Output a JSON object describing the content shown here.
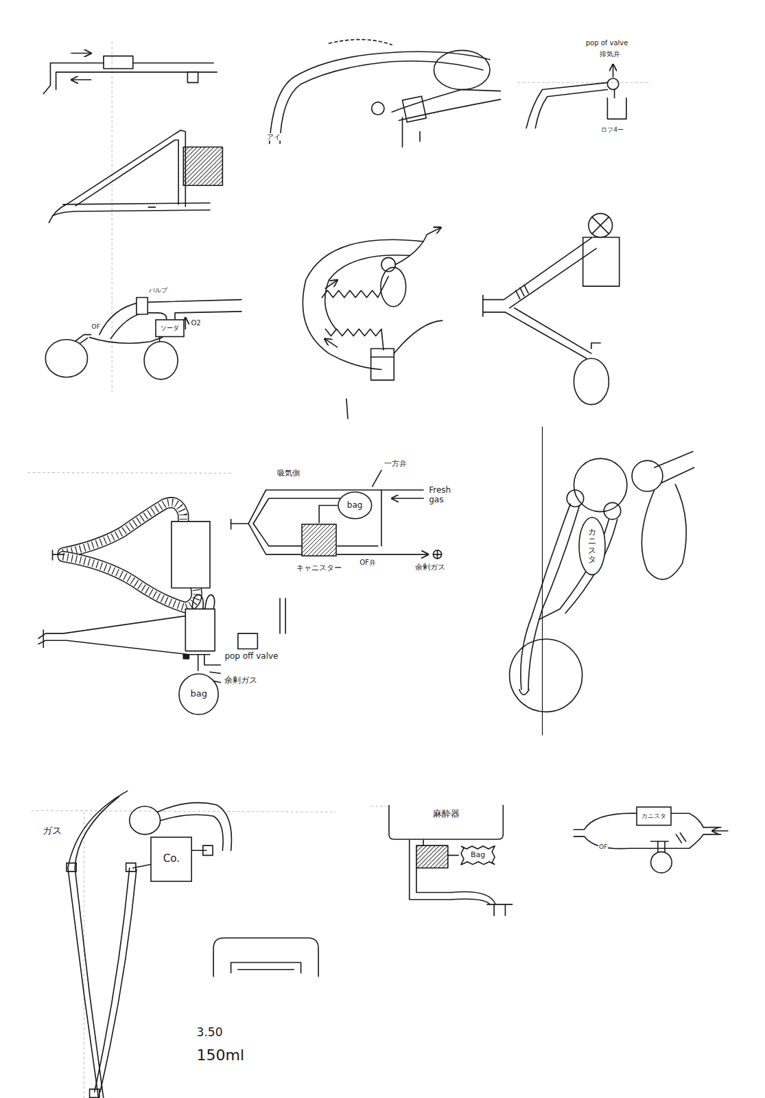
{
  "diagram": {
    "nodes": [
      {
        "text": [
          "ソーダ"
        ]
      },
      {
        "text": [
          "bag"
        ]
      },
      {
        "text": [
          "キャニスター"
        ]
      },
      {
        "text": [
          "bag"
        ]
      },
      {
        "text": [
          "カニスタ"
        ]
      },
      {
        "text": [
          "Co."
        ]
      },
      {
        "text": [
          "麻酔器"
        ]
      },
      {
        "text": [
          "Bag"
        ]
      },
      {
        "text": [
          "カニスタ"
        ]
      }
    ],
    "edges": [
      {
        "from": 1,
        "to": 2,
        "arrow": "none"
      }
    ],
    "labels": [
      "アイ",
      "pop of valve",
      "排気弁",
      "ロフ4ー",
      "バルブ",
      "O2",
      "OF",
      "吸気側",
      "一方弁",
      "Fresh gas",
      "OF弁",
      "余剰ガス",
      "pop off valve",
      "余剰ガス",
      "ガス",
      "OF",
      "3.50",
      "150ml"
    ]
  }
}
